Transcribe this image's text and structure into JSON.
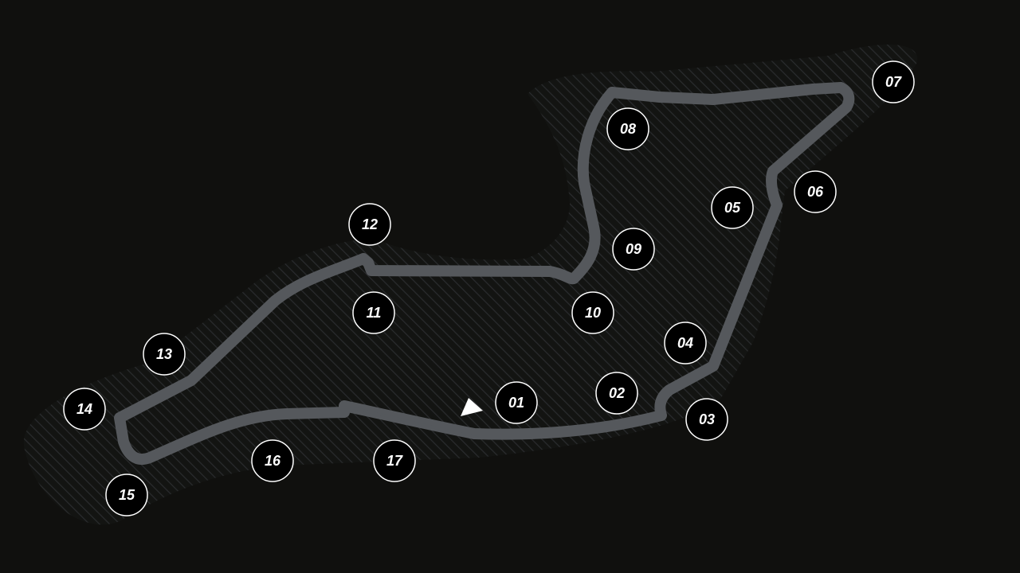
{
  "colors": {
    "background": "#10100e",
    "track": "#55585c",
    "turn_marker_fill": "#000000",
    "turn_marker_stroke": "#ffffff",
    "runoff_hatch": "#2a2c2e",
    "direction_arrow": "#ffffff"
  },
  "icons": {
    "direction": "start-direction-arrow-icon"
  },
  "turns": [
    "01",
    "02",
    "03",
    "04",
    "05",
    "06",
    "07",
    "08",
    "09",
    "10",
    "11",
    "12",
    "13",
    "14",
    "15",
    "16",
    "17"
  ]
}
